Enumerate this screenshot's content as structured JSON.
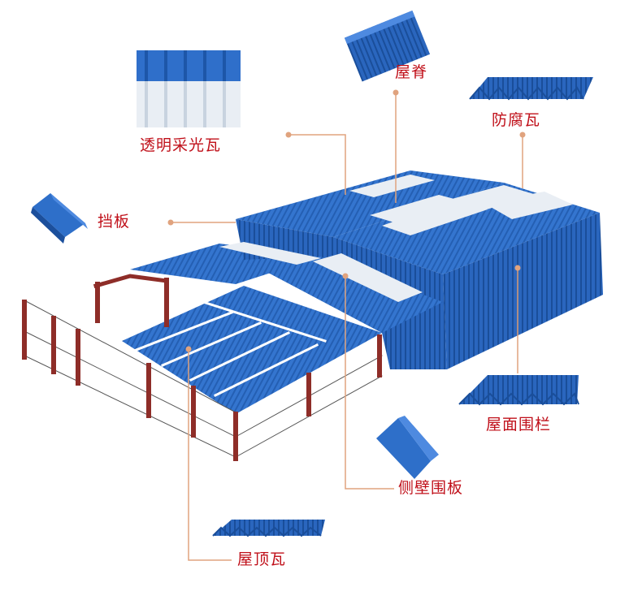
{
  "labels": {
    "skylight_panel": "透明采光瓦",
    "ridge": "屋脊",
    "anticorrosion_tile": "防腐瓦",
    "baffle": "挡板",
    "roof_fence": "屋面围栏",
    "side_wall_panel": "侧壁围板",
    "roof_tile": "屋顶瓦"
  },
  "colors": {
    "label_red": "#c0101a",
    "leader_orange": "#e0a37e",
    "panel_blue": "#2e6fc9",
    "panel_dark": "#1b4f9c",
    "skylight_white": "#e9eef4",
    "steel_red": "#8e2d28"
  }
}
